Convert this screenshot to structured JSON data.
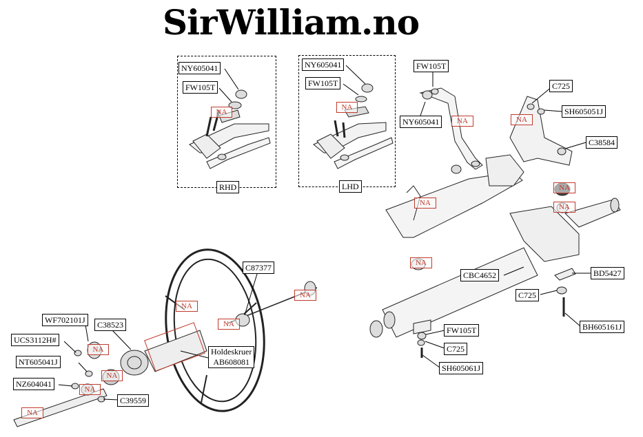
{
  "title": "SirWilliam.no",
  "boxes": {
    "rhd": "RHD",
    "lhd": "LHD"
  },
  "labels": {
    "ny1": "NY605041",
    "fw1": "FW105T",
    "ny2": "NY605041",
    "fw2": "FW105T",
    "fw3": "FW105T",
    "ny3": "NY605041",
    "c725a": "C725",
    "sh605051": "SH605051J",
    "c38584": "C38584",
    "c87377": "C87377",
    "cbc4652": "CBC4652",
    "bd5427": "BD5427",
    "c725b": "C725",
    "bh605161": "BH605161J",
    "wf702101": "WF702101J",
    "c38523": "C38523",
    "ucs3112": "UCS3112H#",
    "nt605041": "NT605041J",
    "nz604041": "NZ604041",
    "c39559": "C39559",
    "holdeskruer_1": "Holdeskruer",
    "holdeskruer_2": "AB608081",
    "fw4": "FW105T",
    "c725c": "C725",
    "sh605061": "SH605061J"
  },
  "na_text": "NA"
}
